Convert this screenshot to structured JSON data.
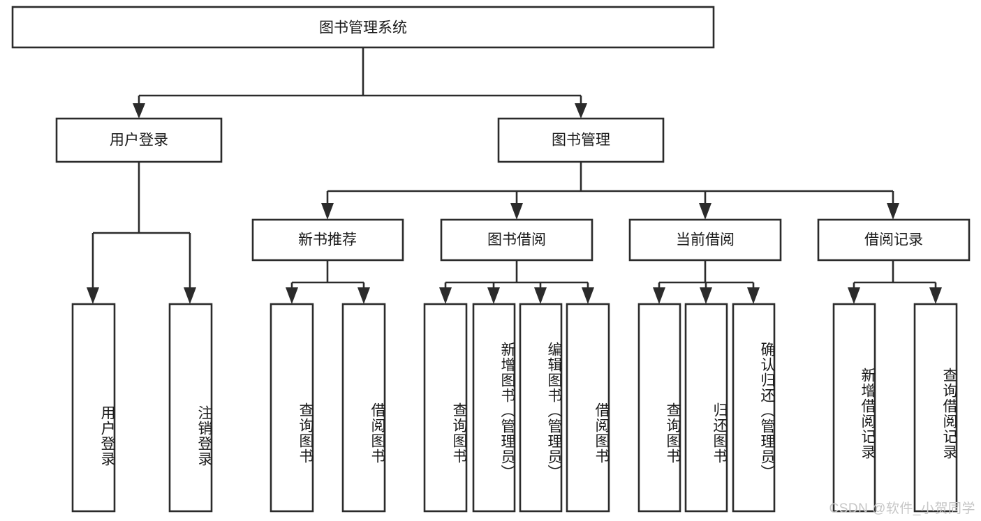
{
  "diagram": {
    "type": "tree",
    "title": "图书管理系统",
    "watermark": "CSDN @软件_小贺同学",
    "colors": {
      "stroke": "#2b2b2b",
      "box_fill": "#ffffff",
      "text": "#1a1a1a",
      "background": "#ffffff",
      "watermark": "#c6c6c6"
    },
    "levels": {
      "root": "图书管理系统",
      "level2": [
        "用户登录",
        "图书管理"
      ],
      "level3": [
        "新书推荐",
        "图书借阅",
        "当前借阅",
        "借阅记录"
      ]
    },
    "nodes": {
      "root": {
        "label": "图书管理系统",
        "orientation": "horizontal"
      },
      "user_login": {
        "label": "用户登录",
        "orientation": "horizontal"
      },
      "book_manage": {
        "label": "图书管理",
        "orientation": "horizontal"
      },
      "new_book_rec": {
        "label": "新书推荐",
        "orientation": "horizontal"
      },
      "book_borrow": {
        "label": "图书借阅",
        "orientation": "horizontal"
      },
      "current_borrow": {
        "label": "当前借阅",
        "orientation": "horizontal"
      },
      "borrow_record": {
        "label": "借阅记录",
        "orientation": "horizontal"
      },
      "leaf_user_login": {
        "label": "用户登录",
        "orientation": "vertical"
      },
      "leaf_logout": {
        "label": "注销登录",
        "orientation": "vertical"
      },
      "leaf_query_book_1": {
        "label": "查询图书",
        "orientation": "vertical"
      },
      "leaf_borrow_book_1": {
        "label": "借阅图书",
        "orientation": "vertical"
      },
      "leaf_query_book_2": {
        "label": "查询图书",
        "orientation": "vertical"
      },
      "leaf_add_book": {
        "label": "新增图书（管理员）",
        "orientation": "vertical"
      },
      "leaf_edit_book": {
        "label": "编辑图书（管理员）",
        "orientation": "vertical"
      },
      "leaf_borrow_book_2": {
        "label": "借阅图书",
        "orientation": "vertical"
      },
      "leaf_query_book_3": {
        "label": "查询图书",
        "orientation": "vertical"
      },
      "leaf_return_book": {
        "label": "归还图书",
        "orientation": "vertical"
      },
      "leaf_confirm_return": {
        "label": "确认归还（管理员）",
        "orientation": "vertical"
      },
      "leaf_add_record": {
        "label": "新增借阅记录",
        "orientation": "vertical"
      },
      "leaf_query_record": {
        "label": "查询借阅记录",
        "orientation": "vertical"
      }
    },
    "edges": [
      {
        "from": "root",
        "to": "user_login"
      },
      {
        "from": "root",
        "to": "book_manage"
      },
      {
        "from": "user_login",
        "to": "leaf_user_login"
      },
      {
        "from": "user_login",
        "to": "leaf_logout"
      },
      {
        "from": "book_manage",
        "to": "new_book_rec"
      },
      {
        "from": "book_manage",
        "to": "book_borrow"
      },
      {
        "from": "book_manage",
        "to": "current_borrow"
      },
      {
        "from": "book_manage",
        "to": "borrow_record"
      },
      {
        "from": "new_book_rec",
        "to": "leaf_query_book_1"
      },
      {
        "from": "new_book_rec",
        "to": "leaf_borrow_book_1"
      },
      {
        "from": "book_borrow",
        "to": "leaf_query_book_2"
      },
      {
        "from": "book_borrow",
        "to": "leaf_add_book"
      },
      {
        "from": "book_borrow",
        "to": "leaf_edit_book"
      },
      {
        "from": "book_borrow",
        "to": "leaf_borrow_book_2"
      },
      {
        "from": "current_borrow",
        "to": "leaf_query_book_3"
      },
      {
        "from": "current_borrow",
        "to": "leaf_return_book"
      },
      {
        "from": "current_borrow",
        "to": "leaf_confirm_return"
      },
      {
        "from": "borrow_record",
        "to": "leaf_add_record"
      },
      {
        "from": "borrow_record",
        "to": "leaf_query_record"
      }
    ]
  }
}
